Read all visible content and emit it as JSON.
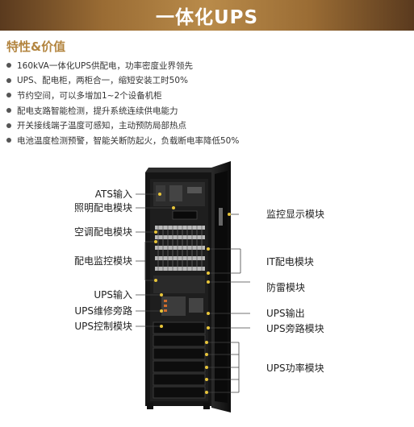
{
  "header": {
    "title": "一体化UPS"
  },
  "features": {
    "title": "特性&价值",
    "items": [
      "160kVA一体化UPS供配电，功率密度业界领先",
      "UPS、配电柜，两柜合一，缩短安装工时50%",
      "节约空间，可以多增加1~2个设备机柜",
      "配电支路智能检测，提升系统连续供电能力",
      "开关接线端子温度可感知，主动预防局部热点",
      "电池温度检测预警，智能关断防起火，负载断电率降低50%"
    ]
  },
  "callouts": {
    "left": [
      "ATS输入",
      "照明配电模块",
      "空调配电模块",
      "配电监控模块",
      "UPS输入",
      "UPS维修旁路",
      "UPS控制模块"
    ],
    "right": [
      "监控显示模块",
      "IT配电模块",
      "防雷模块",
      "UPS输出",
      "UPS旁路模块",
      "UPS功率模块"
    ]
  },
  "colors": {
    "accent": "#b38540",
    "banner": "#9a6c34",
    "cabinet": "#1a1a1a"
  }
}
